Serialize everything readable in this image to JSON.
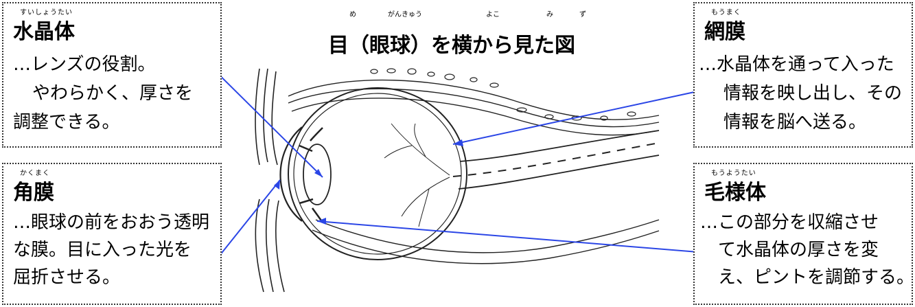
{
  "diagram_title": {
    "text": "目（眼球）を横から見た図",
    "furigana": [
      "め",
      "がんきゅう",
      "よこ",
      "み",
      "ず"
    ]
  },
  "labels": {
    "lens": {
      "furigana": "すいしょうたい",
      "title": "水晶体",
      "lines": [
        "…レンズの役割。",
        "やわらかく、厚さを",
        "調整できる。"
      ]
    },
    "cornea": {
      "furigana": "かくまく",
      "title": "角膜",
      "lines": [
        "…眼球の前をおおう透明",
        "な膜。目に入った光を",
        "屈折させる。"
      ]
    },
    "retina": {
      "furigana": "もうまく",
      "title": "網膜",
      "lines": [
        "…水晶体を通って入った",
        "情報を映し出し、その",
        "情報を脳へ送る。"
      ]
    },
    "ciliary": {
      "furigana": "もうようたい",
      "title": "毛様体",
      "lines": [
        "…この部分を収縮させ",
        "て水晶体の厚さを変",
        "え、ピントを調節する。"
      ]
    }
  },
  "colors": {
    "pointer": "#2b46e6",
    "outline": "#222222",
    "box_border": "#333333"
  }
}
